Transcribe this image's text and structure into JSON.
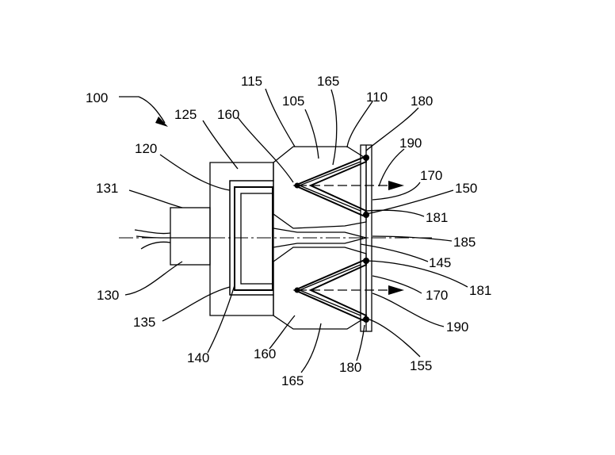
{
  "labels": {
    "l100": "100",
    "l115": "115",
    "l165t": "165",
    "l105": "105",
    "l110": "110",
    "l180t": "180",
    "l125": "125",
    "l160t": "160",
    "l190t": "190",
    "l120": "120",
    "l170t": "170",
    "l150": "150",
    "l131": "131",
    "l181t": "181",
    "l185": "185",
    "l145": "145",
    "l181b": "181",
    "l130": "130",
    "l170b": "170",
    "l135": "135",
    "l190b": "190",
    "l140": "140",
    "l160b": "160",
    "l180b": "180",
    "l155": "155",
    "l165b": "165"
  },
  "colors": {
    "ink": "#000000",
    "background": "#ffffff"
  }
}
